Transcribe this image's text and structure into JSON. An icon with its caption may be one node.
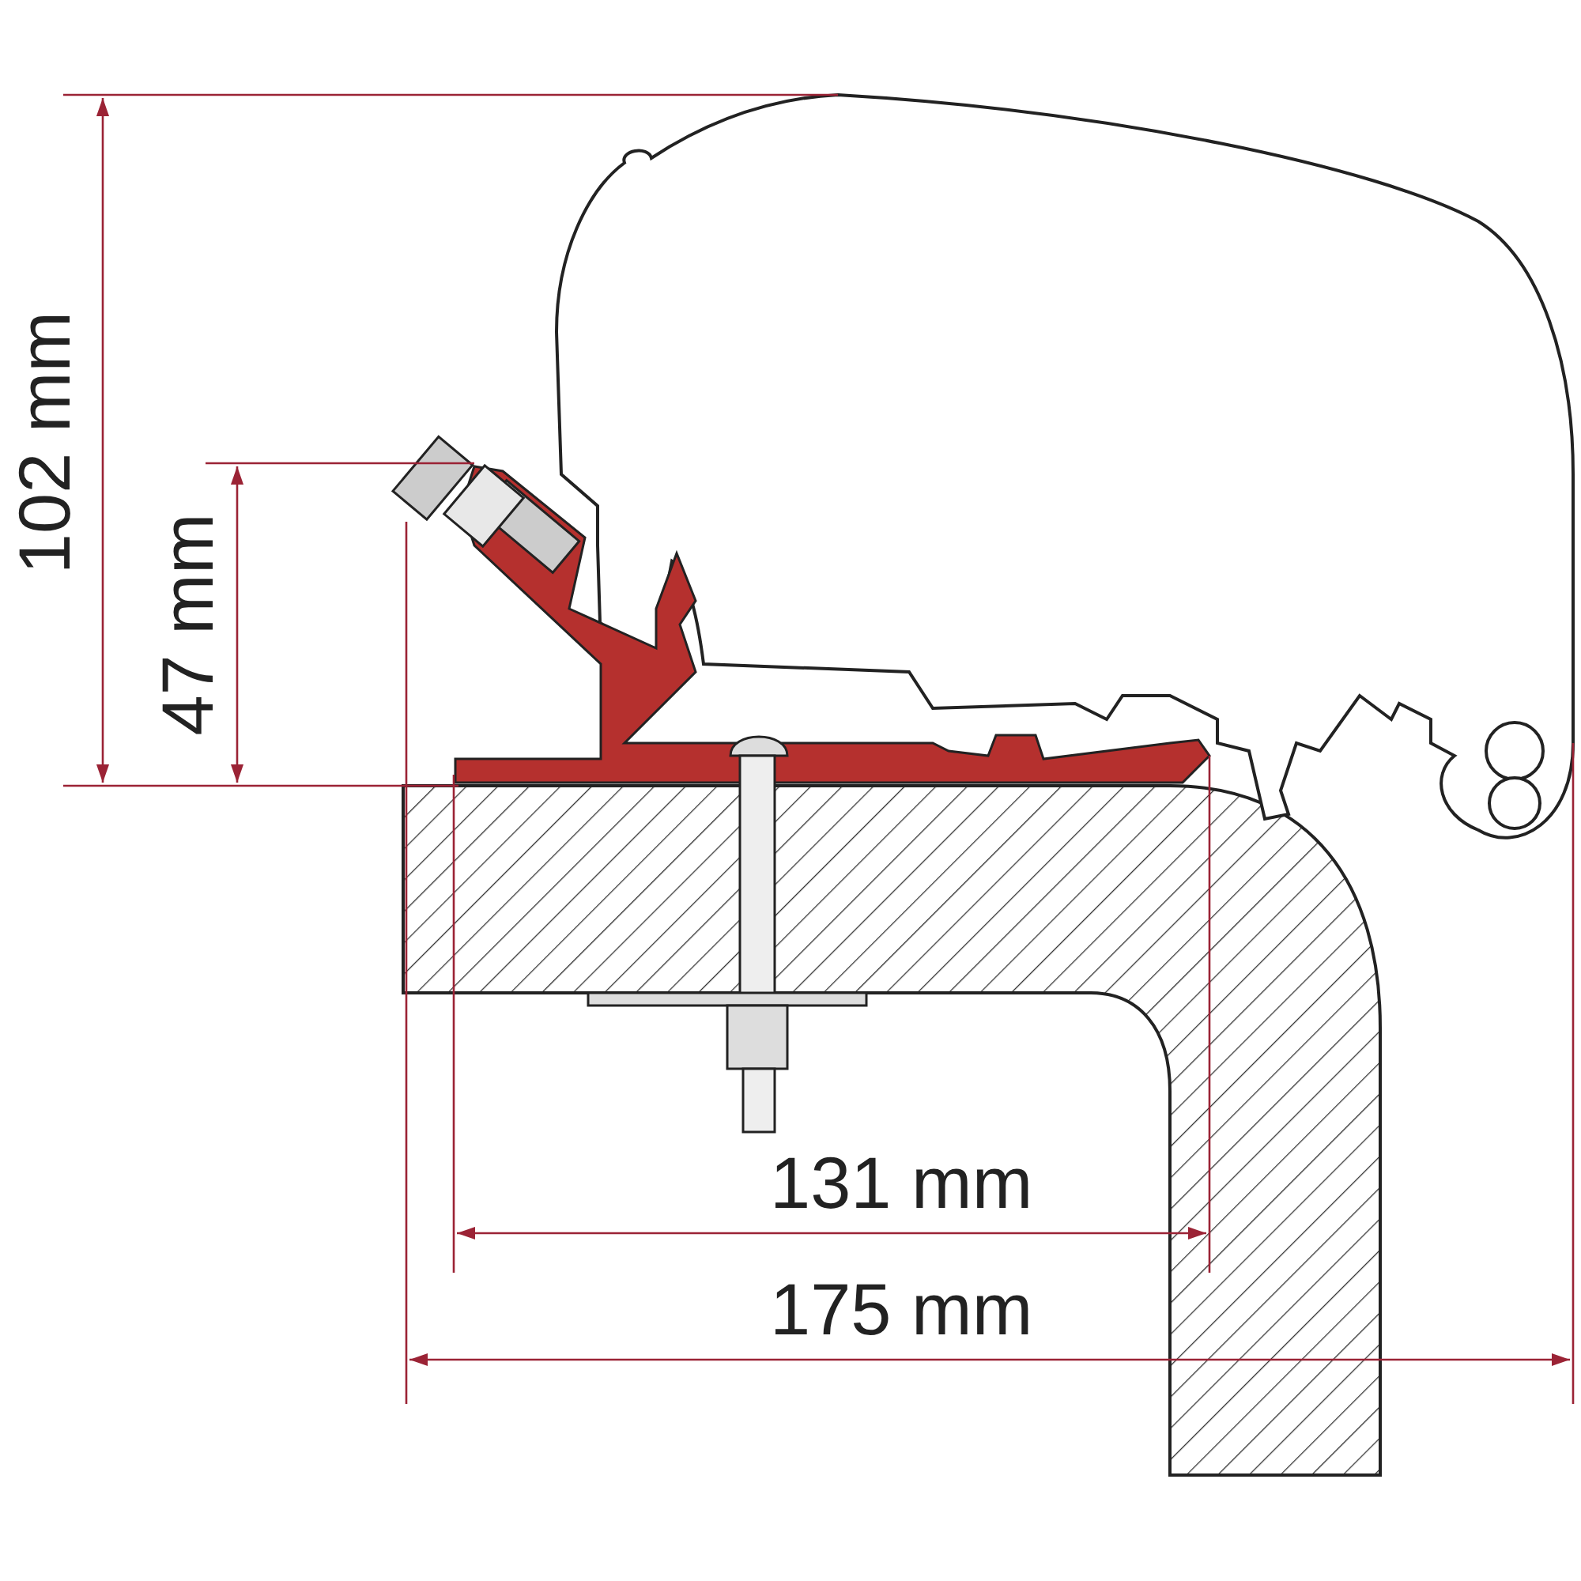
{
  "diagram": {
    "labels": [
      "102 mm",
      "47 mm",
      "131 mm",
      "175 mm"
    ]
  }
}
